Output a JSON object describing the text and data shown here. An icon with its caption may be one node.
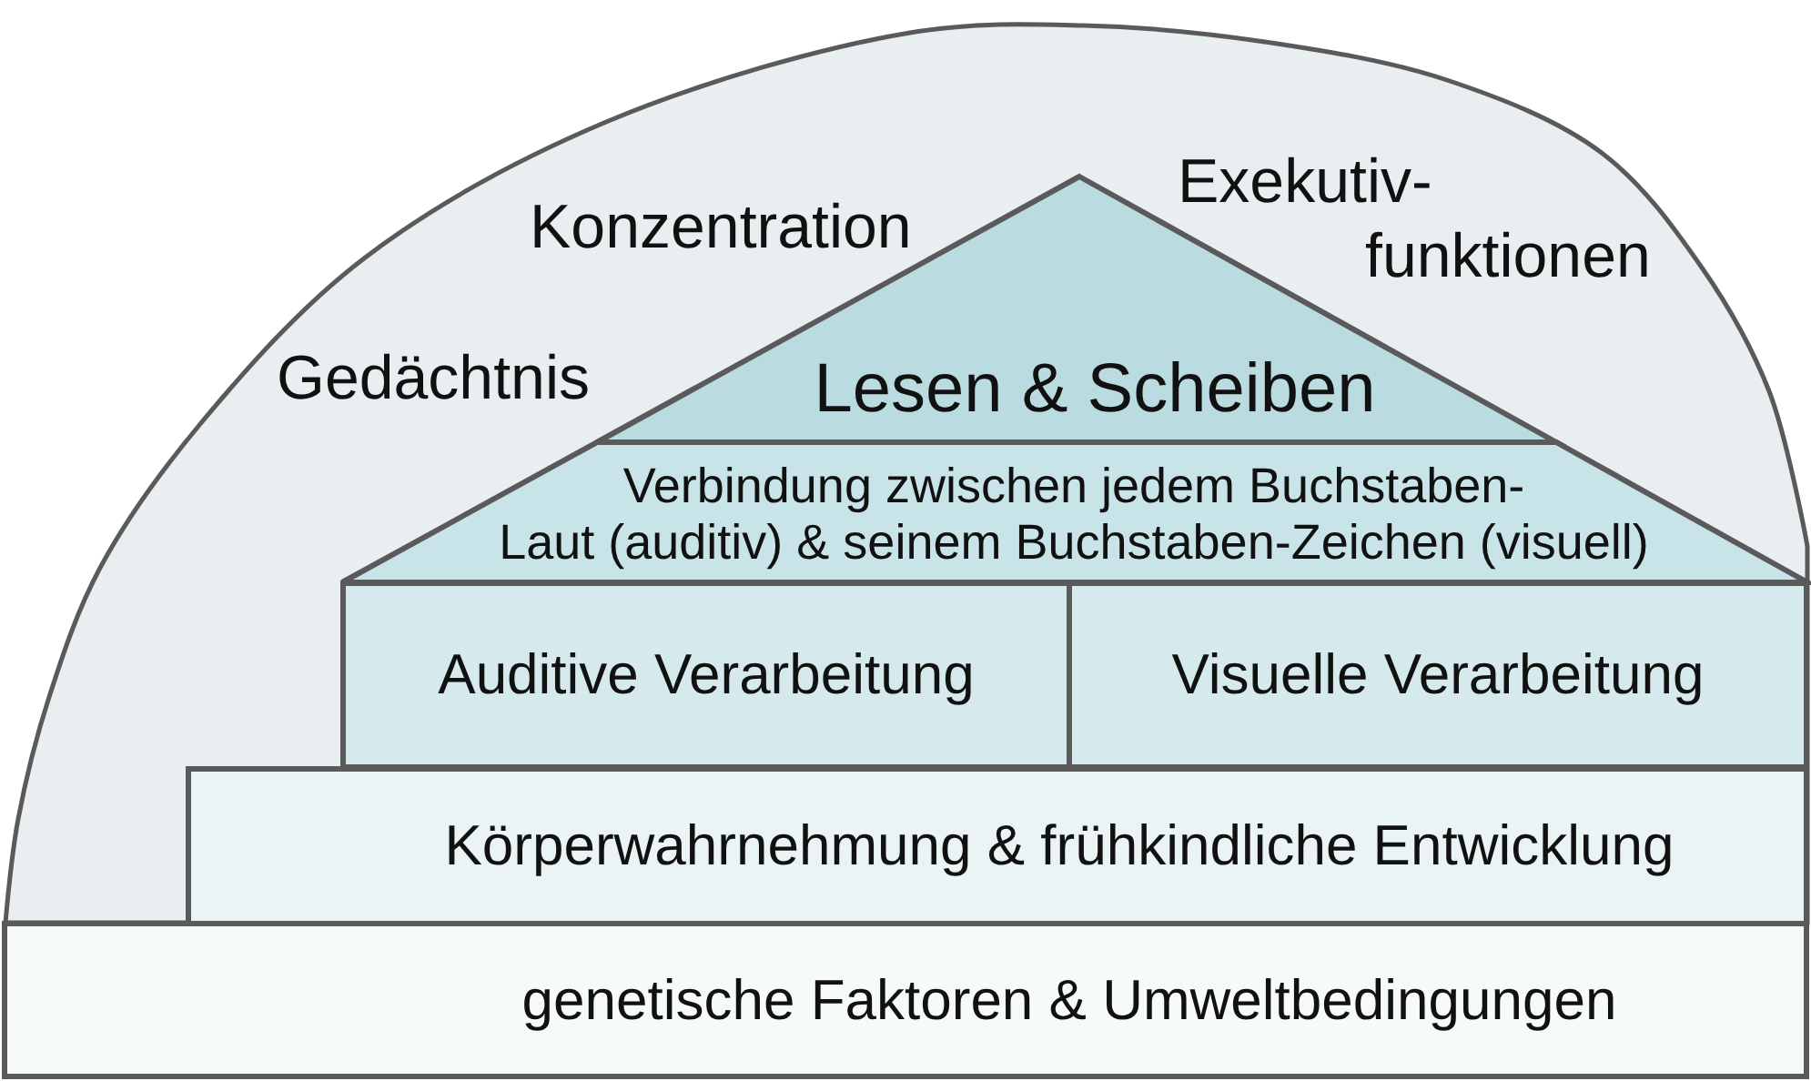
{
  "diagram": {
    "nodes": [
      {
        "text": [
          "Konzentration",
          "Exekutiv- funktionen",
          "Gedächtnis"
        ]
      },
      {
        "text": [
          "Lesen & Scheiben"
        ],
        "in": 0
      },
      {
        "text": [
          "Verbindung zwischen jedem Buchstaben- Laut (auditiv) & seinem Buchstaben-Zeichen (visuell)"
        ],
        "in": 0
      },
      {
        "text": [
          "Auditive Verarbeitung"
        ],
        "in": 0
      },
      {
        "text": [
          "Visuelle Verarbeitung"
        ],
        "in": 0
      },
      {
        "text": [
          "Körperwahrnehmung & frühkindliche Entwicklung"
        ],
        "in": 0
      },
      {
        "text": [
          "genetische Faktoren & Umweltbedingungen"
        ]
      }
    ]
  }
}
